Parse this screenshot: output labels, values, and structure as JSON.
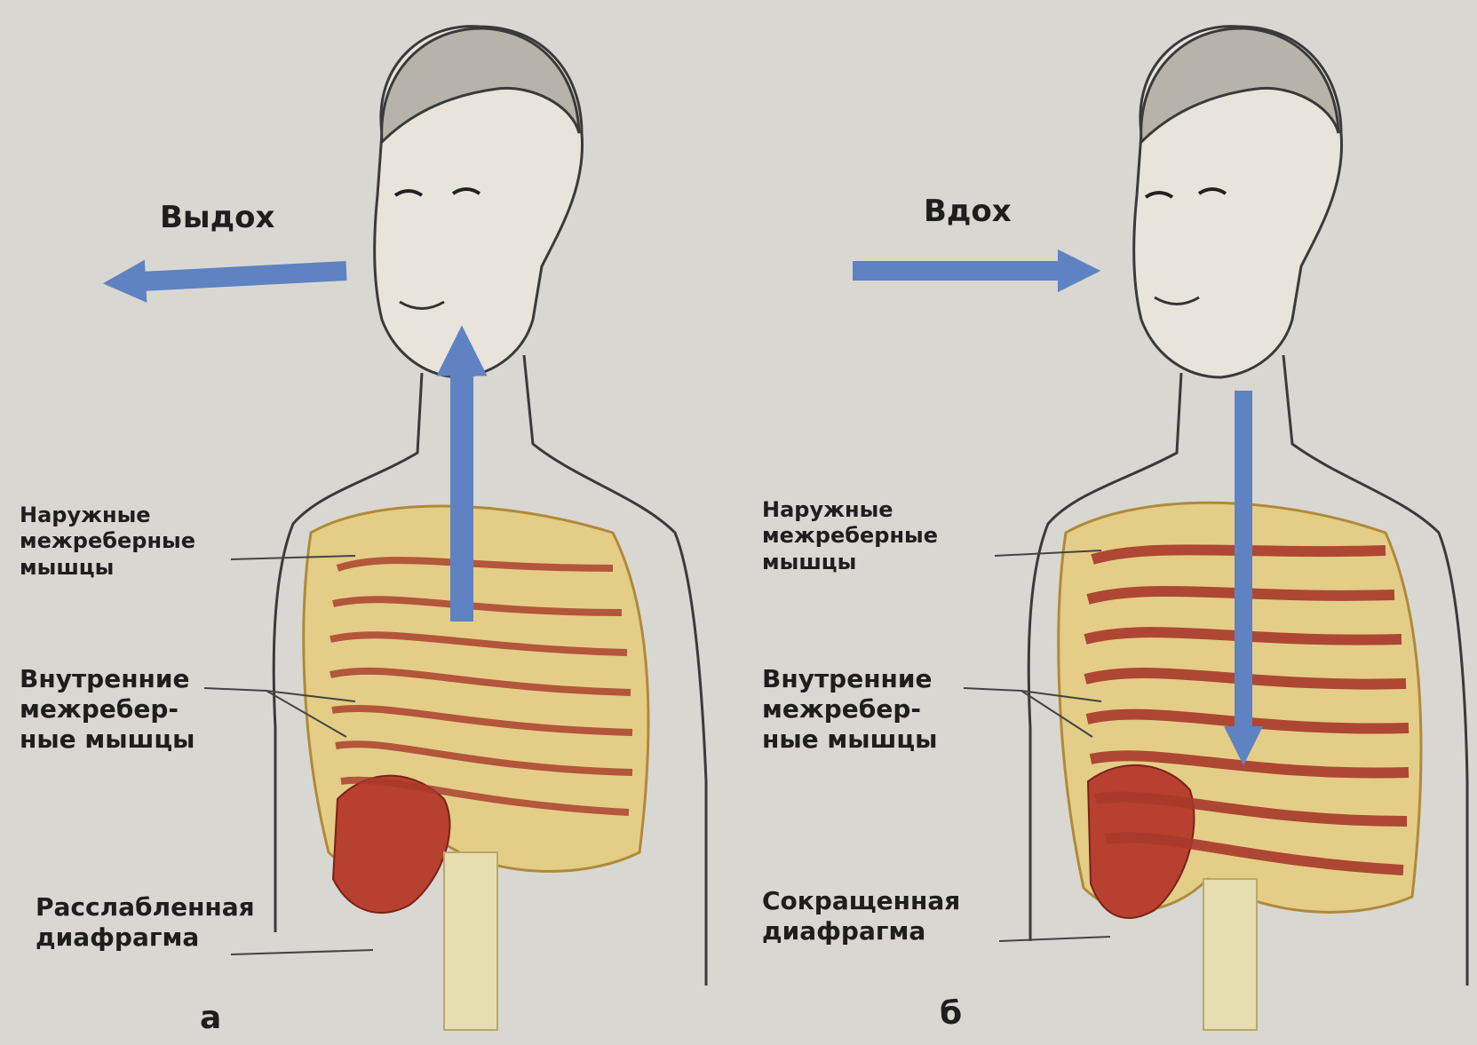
{
  "panels": [
    {
      "letter": "а",
      "arrow_label": "Выдох",
      "external_muscles": "Наружные\nмежреберные\nмышцы",
      "internal_muscles": "Внутренние\nмежребер-\nные мышцы",
      "diaphragm": "Расслабленная\nдиафрагма"
    },
    {
      "letter": "б",
      "arrow_label": "Вдох",
      "external_muscles": "Наружные\nмежреберные\nмышцы",
      "internal_muscles": "Внутренние\nмежребер-\nные мышцы",
      "diaphragm": "Сокращенная\nдиафрагма"
    }
  ],
  "colors": {
    "background": "#d9d7d2",
    "arrow": "#5f82c2",
    "rib": "#e2c77a",
    "muscle": "#a8392a",
    "diaphragm": "#b8402e",
    "spine": "#e6ddb0",
    "outline": "#3a3a3a"
  }
}
